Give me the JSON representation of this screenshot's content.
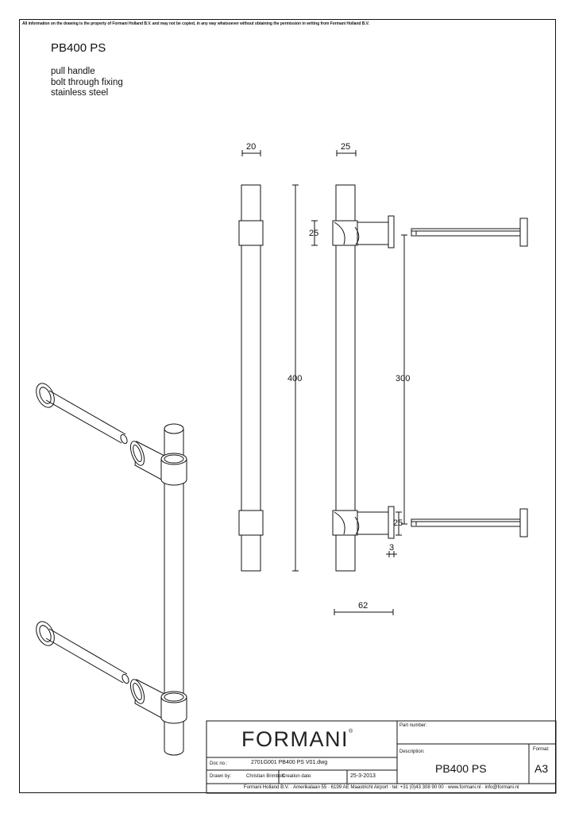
{
  "notice": "All information on the drawing is the property of Formani Holland B.V. and may not be copied, in any way whatsoever without obtaining the permission in writing from Formani Holland B.V.",
  "title": "PB400 PS",
  "description_lines": [
    "pull handle",
    "bolt through fixing",
    "stainless steel"
  ],
  "dimensions": {
    "width_front": "20",
    "width_side": "25",
    "height_total": "400",
    "ring_height": "25",
    "centers": "300",
    "ring_height_lower": "25",
    "gap": "3",
    "projection": "62"
  },
  "title_block": {
    "brand": "FORMANI",
    "trademark": "®",
    "part_number_label": "Part number:",
    "description_label": "Description:",
    "description_value": "PB400 PS",
    "format_label": "Format:",
    "format_value": "A3",
    "doc_no_label": "Doc no.:",
    "doc_no_value": "2701G001 PB400 PS V01.dwg",
    "drawn_by_label": "Drawn by:",
    "drawn_by_value": "Christian Brimbols",
    "creation_date_label": "Creation date:",
    "creation_date_value": "25-3-2013",
    "footer": "Formani Holland B.V. · Amerikalaan 55 · 6199 AE Maastricht Airport · tel: +31 (0)43 308 90 00 · www.formani.nl · info@formani.nl"
  }
}
